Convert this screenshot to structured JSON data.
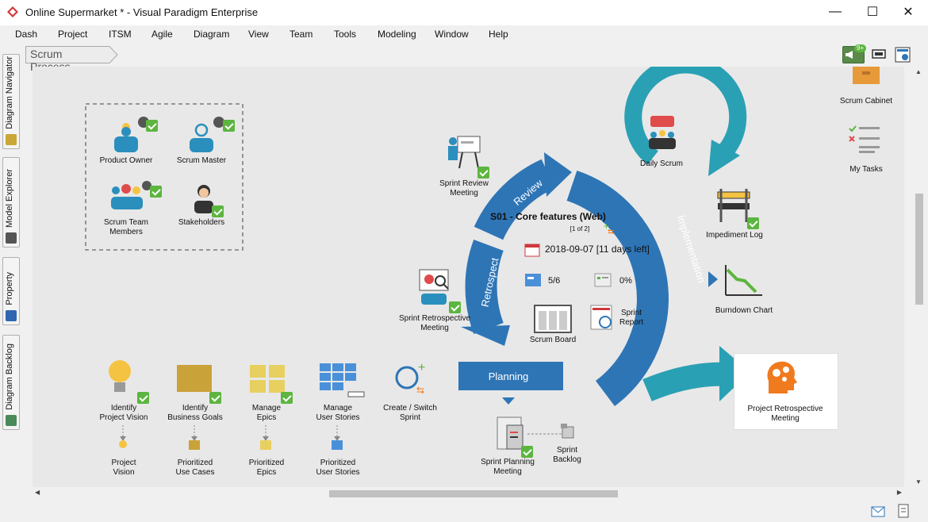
{
  "window": {
    "title": "Online Supermarket * - Visual Paradigm Enterprise",
    "buttons": {
      "minimize": "—",
      "maximize": "☐",
      "close": "✕"
    }
  },
  "menu": [
    "Dash",
    "Project",
    "ITSM",
    "Agile",
    "Diagram",
    "View",
    "Team",
    "Tools",
    "Modeling",
    "Window",
    "Help"
  ],
  "side_tabs": [
    "Diagram Navigator",
    "Model Explorer",
    "Property",
    "Diagram Backlog"
  ],
  "breadcrumb": "Scrum Process",
  "notification_badge": "9+",
  "roles": {
    "product_owner": "Product Owner",
    "scrum_master": "Scrum Master",
    "scrum_team": "Scrum Team\nMembers",
    "stakeholders": "Stakeholders"
  },
  "sprint": {
    "title": "S01 - Core features (Web)",
    "index": "[1 of 2]",
    "date": "2018-09-07 [11 days left]",
    "stories": "5/6",
    "progress": "0%",
    "scrum_board": "Scrum Board",
    "sprint_report": "Sprint\nReport"
  },
  "cycle": {
    "review": "Review",
    "implementation": "Implementation",
    "retrospect": "Retrospect",
    "planning": "Planning"
  },
  "nodes": {
    "sprint_review_meeting": "Sprint Review\nMeeting",
    "daily_scrum": "Daily Scrum",
    "impediment_log": "Impediment Log",
    "burndown_chart": "Burndown Chart",
    "sprint_retro_meeting": "Sprint Retrospective\nMeeting",
    "project_retro_meeting": "Project Retrospective\nMeeting",
    "scrum_cabinet": "Scrum Cabinet",
    "my_tasks": "My Tasks",
    "sprint_planning_meeting": "Sprint Planning\nMeeting",
    "sprint_backlog": "Sprint\nBacklog"
  },
  "backlog_steps": {
    "identify_vision": "Identify\nProject Vision",
    "identify_goals": "Identify\nBusiness Goals",
    "manage_epics": "Manage\nEpics",
    "manage_stories": "Manage\nUser Stories",
    "create_sprint": "Create / Switch\nSprint",
    "project_vision": "Project\nVision",
    "prioritized_use_cases": "Prioritized\nUse Cases",
    "prioritized_epics": "Prioritized\nEpics",
    "prioritized_stories": "Prioritized\nUser Stories"
  },
  "colors": {
    "cycle_blue": "#2e75b6",
    "teal": "#2aa0b4",
    "check_green": "#5cb53f",
    "orange": "#f07a1e"
  }
}
